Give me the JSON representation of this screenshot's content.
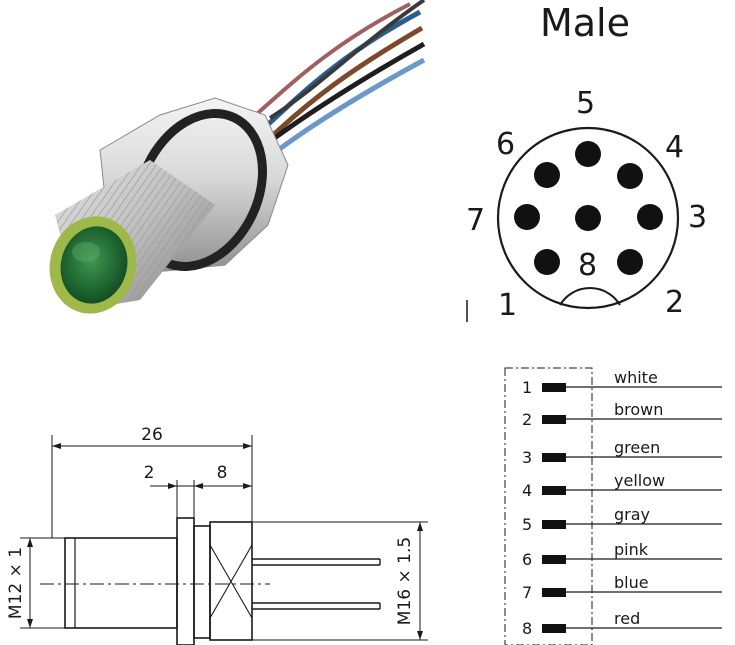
{
  "pinout": {
    "title": "Male",
    "pins": [
      "1",
      "2",
      "3",
      "4",
      "5",
      "6",
      "7",
      "8"
    ]
  },
  "dimensions": {
    "overall_length": "26",
    "flange_width": "2",
    "nut_width": "8",
    "thread_front": "M12 × 1",
    "thread_rear": "M16 × 1.5"
  },
  "wiring": [
    {
      "pin": "1",
      "color": "white"
    },
    {
      "pin": "2",
      "color": "brown"
    },
    {
      "pin": "3",
      "color": "green"
    },
    {
      "pin": "4",
      "color": "yellow"
    },
    {
      "pin": "5",
      "color": "gray"
    },
    {
      "pin": "6",
      "color": "pink"
    },
    {
      "pin": "7",
      "color": "blue"
    },
    {
      "pin": "8",
      "color": "red"
    }
  ],
  "colors": {
    "ink": "#1a1a1a",
    "metal_light": "#e8e8e8",
    "metal_dark": "#8d8d8d",
    "seal_green": "#9fb84a",
    "insert_green": "#1f6a32"
  }
}
